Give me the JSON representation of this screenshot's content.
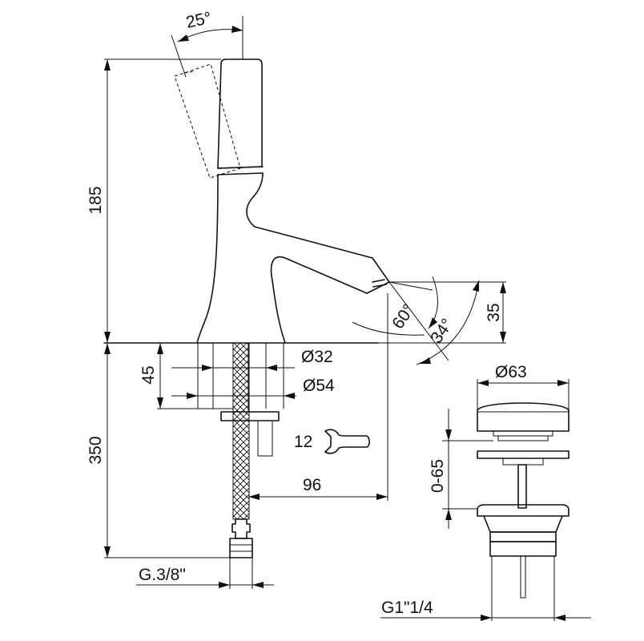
{
  "dimensions": {
    "handle_angle": "25°",
    "height_upper": "185",
    "height_lower": "350",
    "base_depth": "45",
    "dia_body": "Ø32",
    "dia_base": "Ø54",
    "wrench": "12",
    "reach": "96",
    "spout_angle_a": "60°",
    "spout_angle_b": "34°",
    "spout_height": "35",
    "hose_thread": "G.3/8\"",
    "waste_dia": "Ø63",
    "waste_range": "0-65",
    "waste_thread": "G1\"1/4"
  }
}
